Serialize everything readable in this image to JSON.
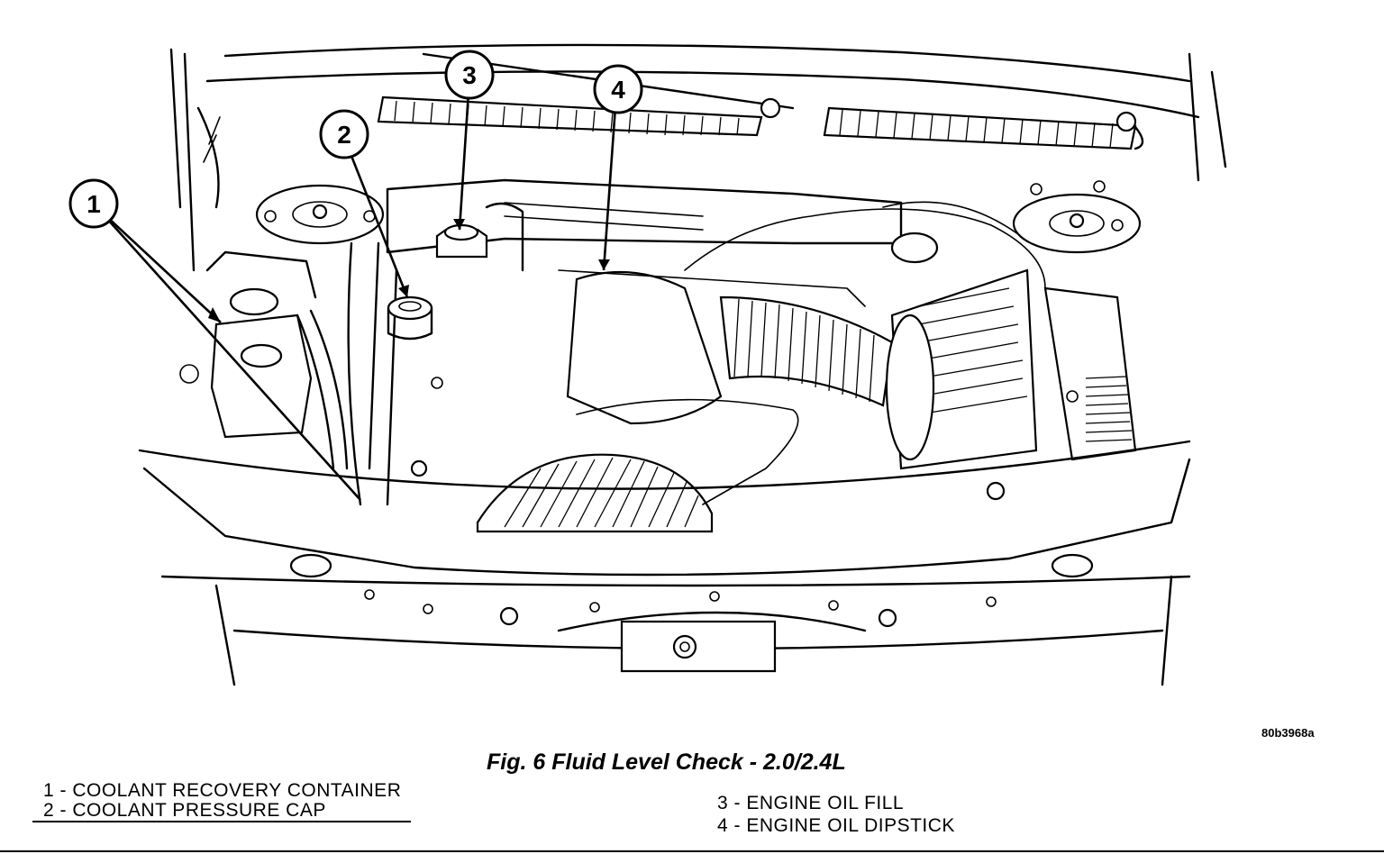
{
  "figure": {
    "caption": "Fig. 6 Fluid Level Check - 2.0/2.4L",
    "drawing_id": "80b3968a",
    "callouts": [
      {
        "number": "1"
      },
      {
        "number": "2"
      },
      {
        "number": "3"
      },
      {
        "number": "4"
      }
    ],
    "legend": [
      "1 - COOLANT RECOVERY CONTAINER",
      "2 - COOLANT PRESSURE CAP",
      "3 - ENGINE OIL FILL",
      "4 - ENGINE OIL DIPSTICK"
    ]
  }
}
